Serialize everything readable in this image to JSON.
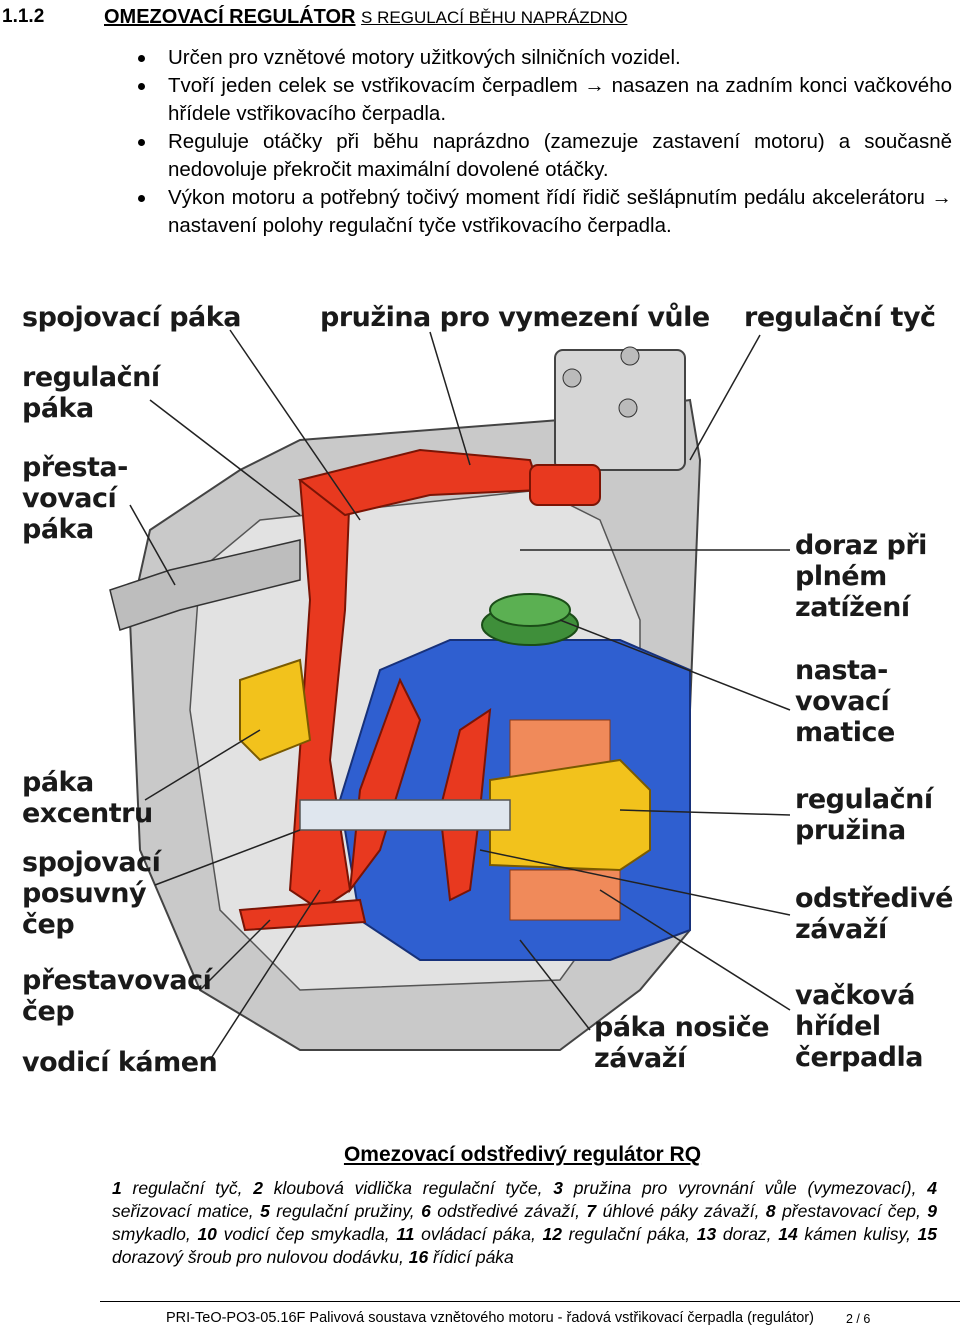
{
  "section": {
    "number": "1.1.2",
    "title": "OMEZOVACÍ REGULÁTOR",
    "subtitle": "S REGULACÍ BĚHU NAPRÁZDNO"
  },
  "bullets": [
    "Určen pro vznětové motory užitkových silničních vozidel.",
    "Tvoří jeden celek se vstřikovacím čerpadlem → nasazen na zadním konci vačkového hřídele vstřikovacího čerpadla.",
    "Reguluje otáčky při běhu naprázdno (zamezuje zastavení motoru) a současně nedovoluje překročit maximální dovolené otáčky.",
    "Výkon motoru a potřebný točivý moment řídí řidič sešlápnutím pedálu akcelerátoru → nastavení polohy regulační tyče vstřikovacího čerpadla."
  ],
  "figure": {
    "labels": {
      "spojovaci_paka": "spojovací páka",
      "pruzina": "pružina pro vymezení vůle",
      "regulacni_tyc": "regulační tyč",
      "regulacni_paka": "regulační\npáka",
      "prestavovaci_paka": "přesta-\nvovací\npáka",
      "doraz": "doraz při\nplném\nzatížení",
      "nastavovaci_matice": "nasta-\nvovací\nmatice",
      "regulacni_pruzina": "regulační\npružina",
      "odstredive_zavazi": "odstředivé\nzávaží",
      "vackova_hridel": "vačková\nhřídel\nčerpadla",
      "paka_nosice": "páka nosiče\nzávaží",
      "paka_excentru": "páka\nexcentru",
      "spojovaci_cep": "spojovací\nposuvný\nčep",
      "prestavovaci_cep": "přestavovací\nčep",
      "vodici_kamen": "vodicí kámen"
    },
    "colors": {
      "housing": "#c9c9c9",
      "red_parts": "#e8391f",
      "blue_parts": "#2f5fd0",
      "yellow_parts": "#f2c21c",
      "green_spring": "#3f8f3a"
    }
  },
  "caption": {
    "title": "Omezovací odstředivý regulátor RQ",
    "items": [
      {
        "n": "1",
        "t": "regulační tyč,"
      },
      {
        "n": "2",
        "t": "kloubová vidlička regulační tyče,"
      },
      {
        "n": "3",
        "t": "pružina pro vyrovnání vůle (vymezovací),"
      },
      {
        "n": "4",
        "t": "seřizovací matice,"
      },
      {
        "n": "5",
        "t": "regulační pružiny,"
      },
      {
        "n": "6",
        "t": "odstředivé závaží,"
      },
      {
        "n": "7",
        "t": "úhlové páky závaží,"
      },
      {
        "n": "8",
        "t": "přestavovací čep,"
      },
      {
        "n": "9",
        "t": "smykadlo,"
      },
      {
        "n": "10",
        "t": "vodicí čep smykadla,"
      },
      {
        "n": "11",
        "t": "ovládací páka,"
      },
      {
        "n": "12",
        "t": "regulační páka,"
      },
      {
        "n": "13",
        "t": "doraz,"
      },
      {
        "n": "14",
        "t": "kámen kulisy,"
      },
      {
        "n": "15",
        "t": "dorazový šroub pro nulovou dodávku,"
      },
      {
        "n": "16",
        "t": "řídicí páka"
      }
    ]
  },
  "footer": {
    "text": "PRI-TeO-PO3-05.16F Palivová soustava vznětového motoru - řadová vstřikovací čerpadla (regulátor)",
    "page": "2  /  6"
  }
}
